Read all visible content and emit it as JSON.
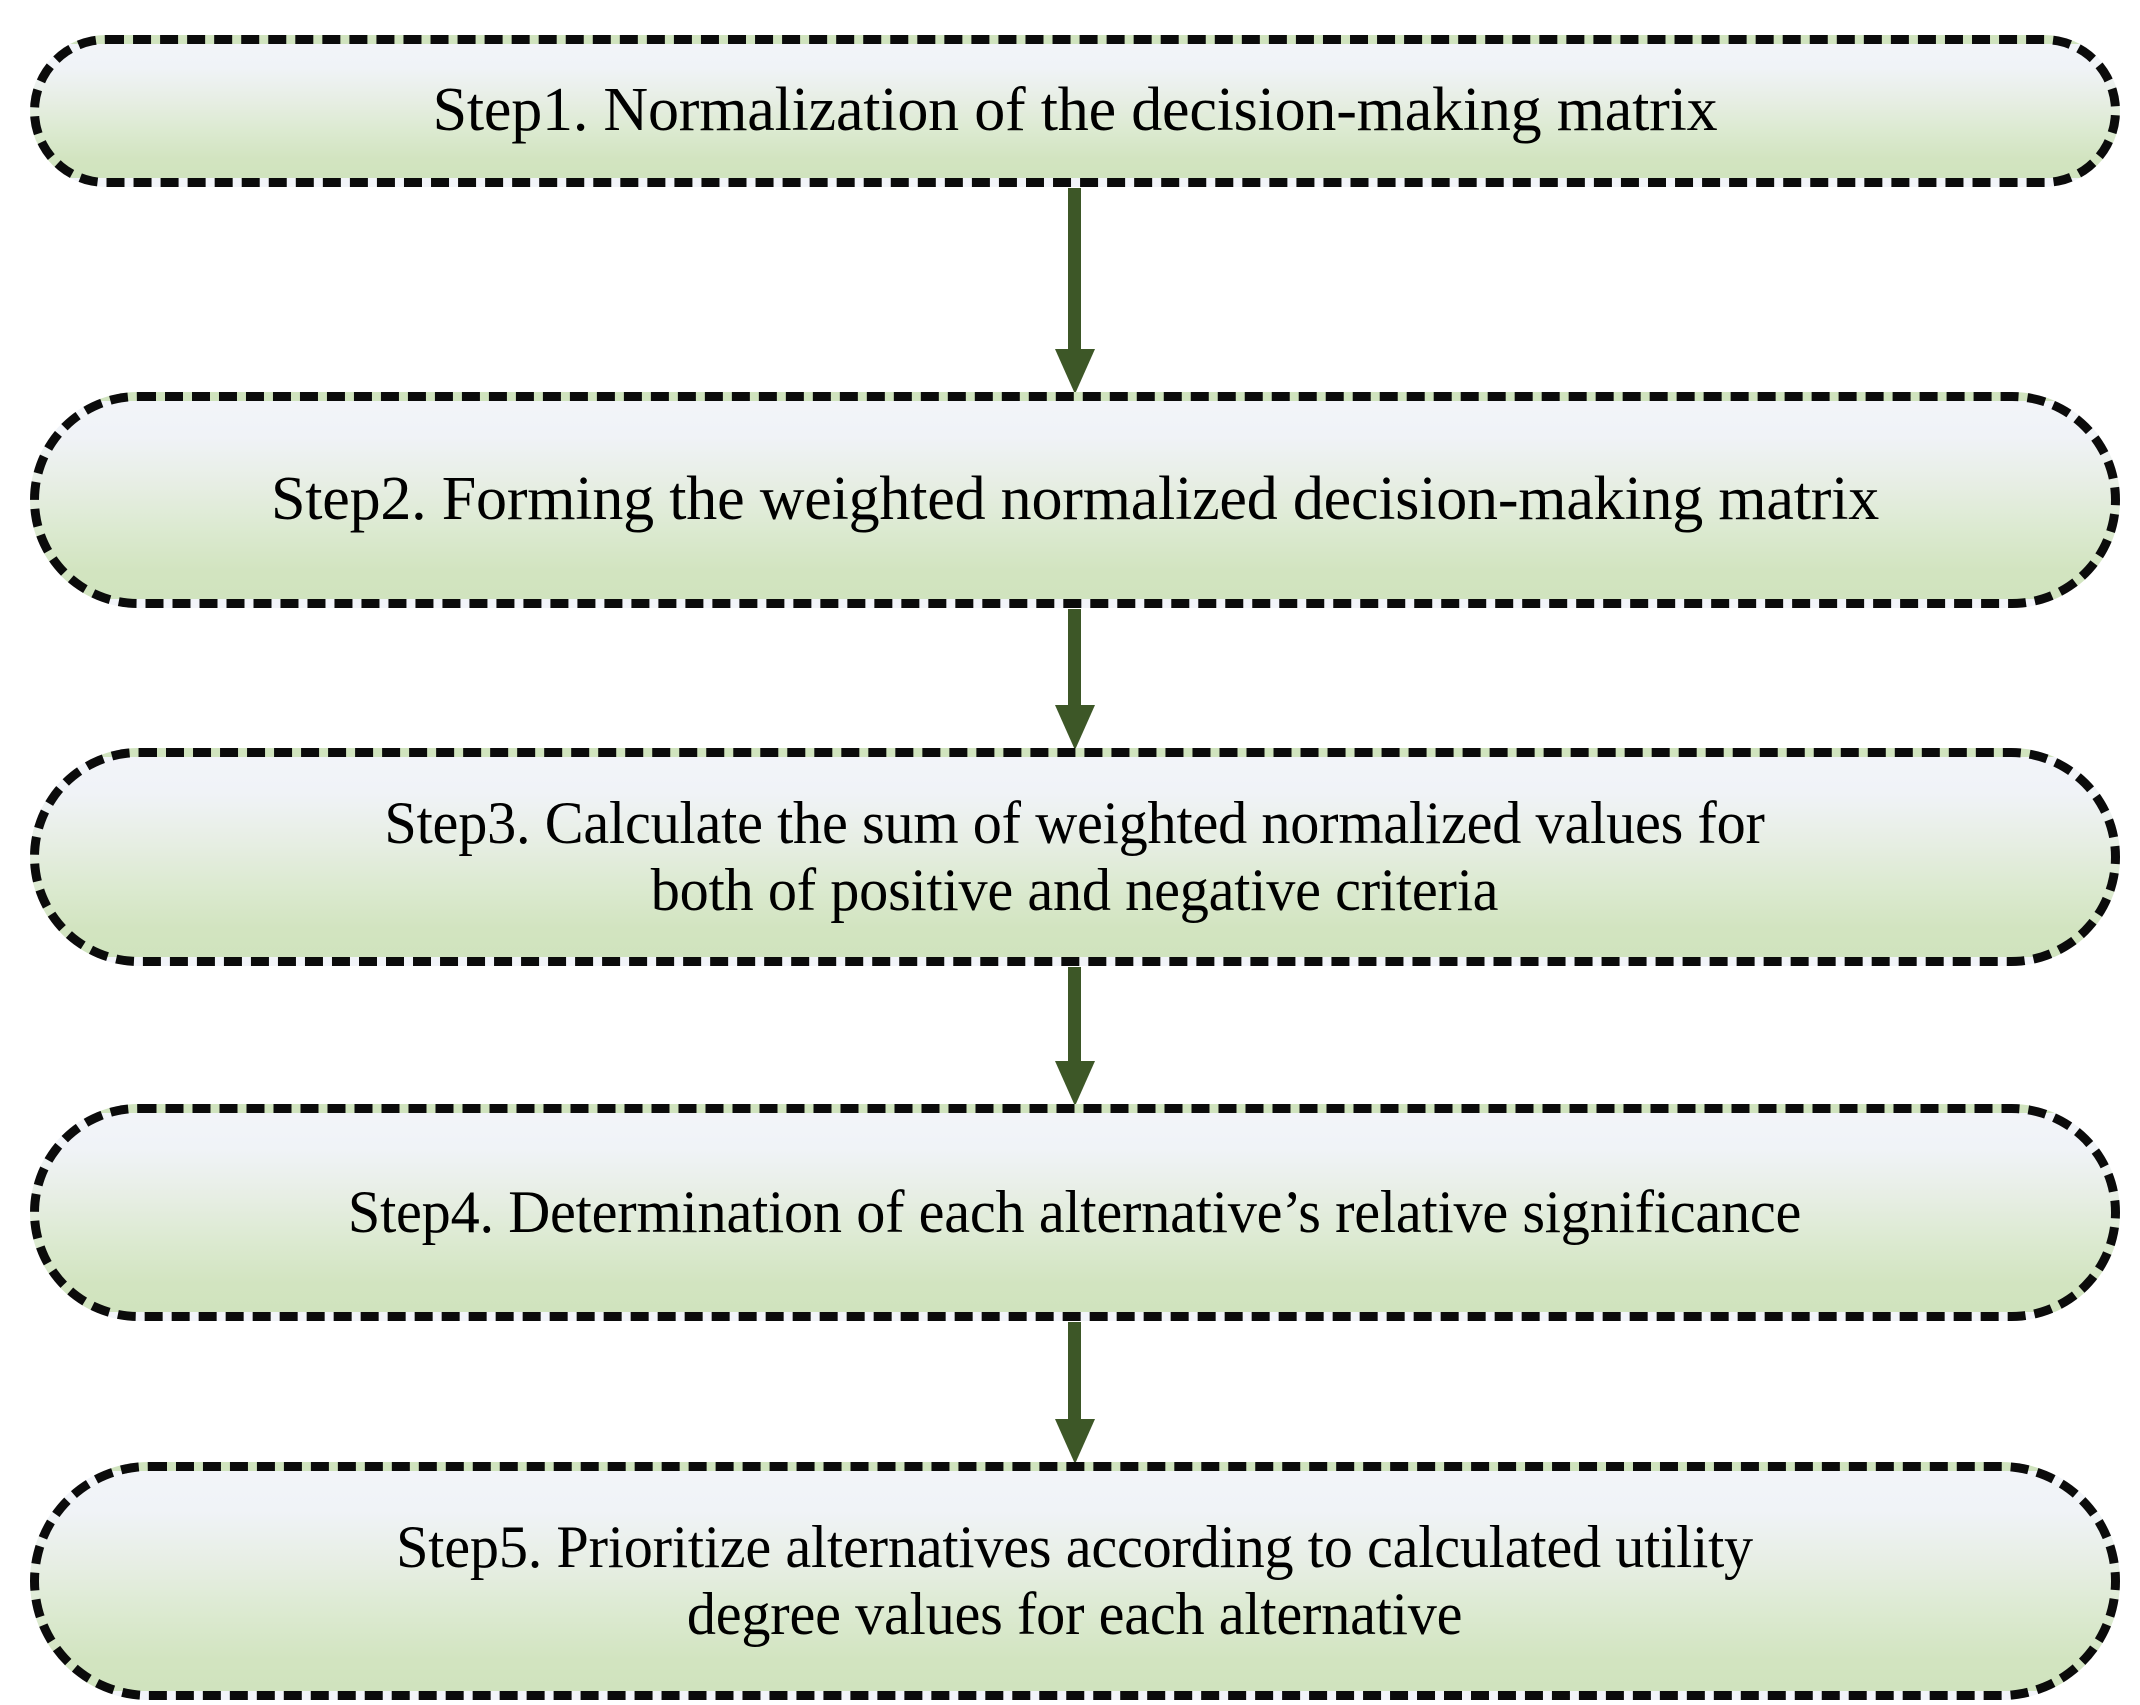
{
  "diagram": {
    "title": "Five-step decision-making method flowchart",
    "orientation": "vertical-top-to-bottom",
    "colors": {
      "box_fill_top": "#F2F4F9",
      "box_fill_bottom": "#D2E4C0",
      "box_border": "#0B0B0B",
      "arrow": "#3D5727",
      "text": "#000000",
      "background": "#FFFFFF"
    },
    "steps": [
      {
        "id": "step1",
        "label": "Step1. Normalization of the decision-making matrix",
        "lines": [
          "Step1. Normalization of the decision-making matrix"
        ]
      },
      {
        "id": "step2",
        "label": "Step2. Forming the weighted normalized decision-making matrix",
        "lines": [
          "Step2. Forming the weighted normalized decision-making matrix"
        ]
      },
      {
        "id": "step3",
        "label": "Step3. Calculate the sum of weighted normalized values for both of positive and negative criteria",
        "lines": [
          "Step3. Calculate the sum of weighted normalized values for",
          "both of positive and negative criteria"
        ]
      },
      {
        "id": "step4",
        "label": "Step4. Determination of each alternative’s relative significance",
        "lines": [
          "Step4. Determination of each alternative’s relative significance"
        ]
      },
      {
        "id": "step5",
        "label": "Step5. Prioritize alternatives according to calculated utility degree values for each alternative",
        "lines": [
          "Step5. Prioritize alternatives according to calculated utility",
          "degree values for each alternative"
        ]
      }
    ],
    "connectors": [
      {
        "id": "arrow1",
        "from": "step1",
        "to": "step2"
      },
      {
        "id": "arrow2",
        "from": "step2",
        "to": "step3"
      },
      {
        "id": "arrow3",
        "from": "step3",
        "to": "step4"
      },
      {
        "id": "arrow4",
        "from": "step4",
        "to": "step5"
      }
    ]
  }
}
